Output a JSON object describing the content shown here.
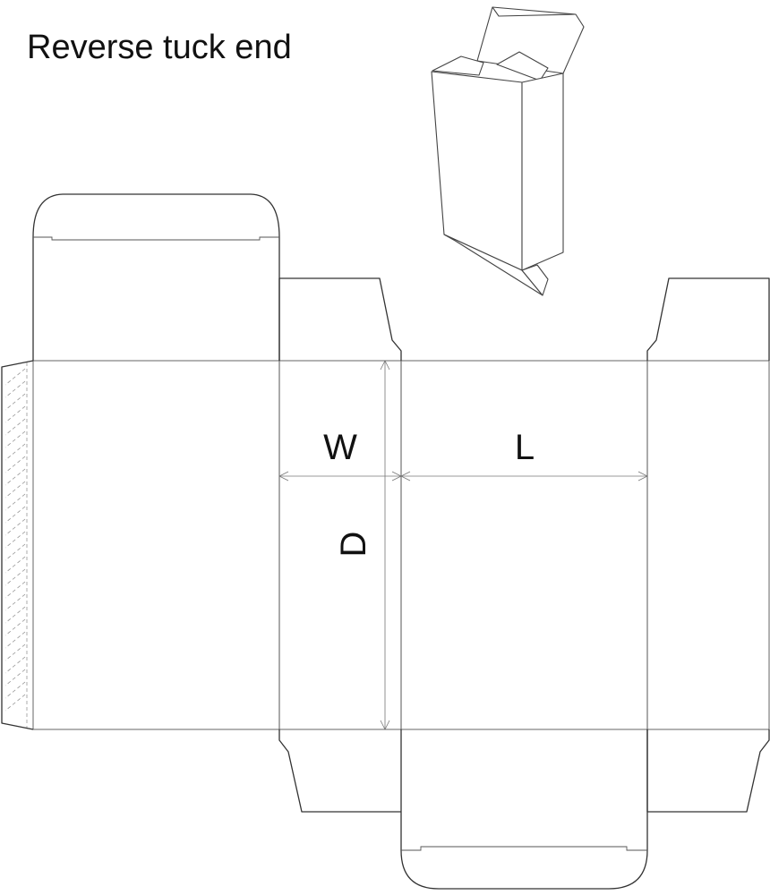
{
  "title": "Reverse tuck end",
  "labels": {
    "width": "W",
    "length": "L",
    "depth": "D"
  },
  "colors": {
    "line": "#333333",
    "background": "#ffffff"
  }
}
